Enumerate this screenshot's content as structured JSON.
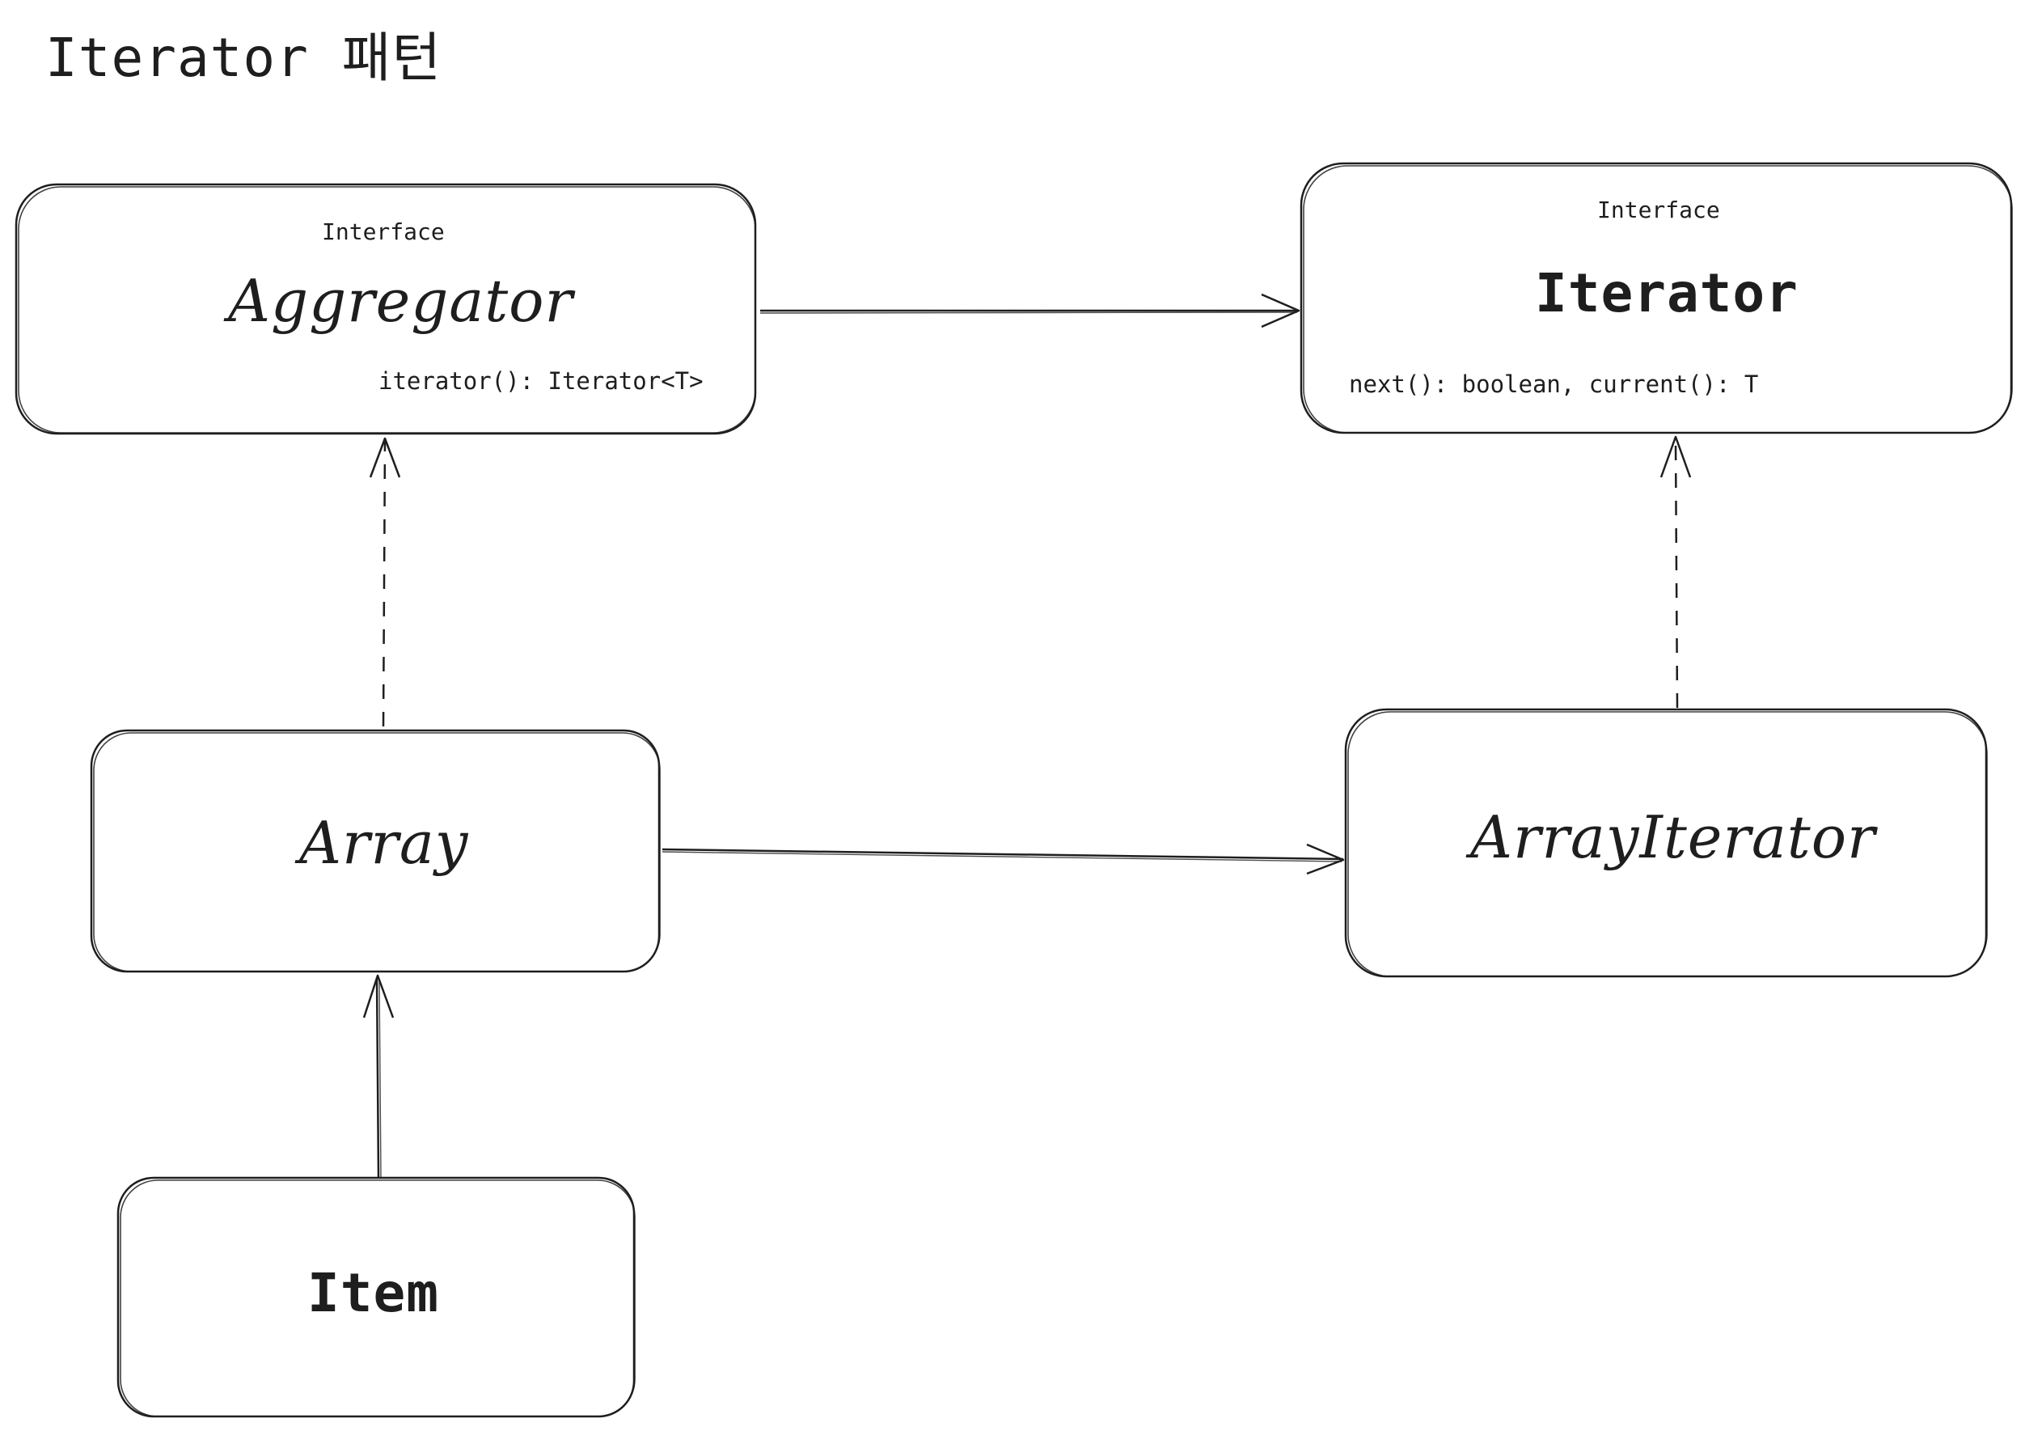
{
  "title": "Iterator 패턴",
  "nodes": {
    "aggregator": {
      "stereotype": "Interface",
      "name": "Aggregator",
      "method": "iterator(): Iterator<T>"
    },
    "iterator": {
      "stereotype": "Interface",
      "name": "Iterator",
      "method": "next(): boolean, current(): T"
    },
    "array": {
      "name": "Array"
    },
    "array_iterator": {
      "name": "ArrayIterator"
    },
    "item": {
      "name": "Item"
    }
  },
  "edges": [
    {
      "from": "Aggregator",
      "to": "Iterator",
      "style": "solid"
    },
    {
      "from": "Array",
      "to": "Aggregator",
      "style": "dashed"
    },
    {
      "from": "ArrayIterator",
      "to": "Iterator",
      "style": "dashed"
    },
    {
      "from": "Array",
      "to": "ArrayIterator",
      "style": "solid"
    },
    {
      "from": "Item",
      "to": "Array",
      "style": "solid"
    }
  ],
  "colors": {
    "stroke": "#1e1e1e",
    "background": "#ffffff"
  }
}
